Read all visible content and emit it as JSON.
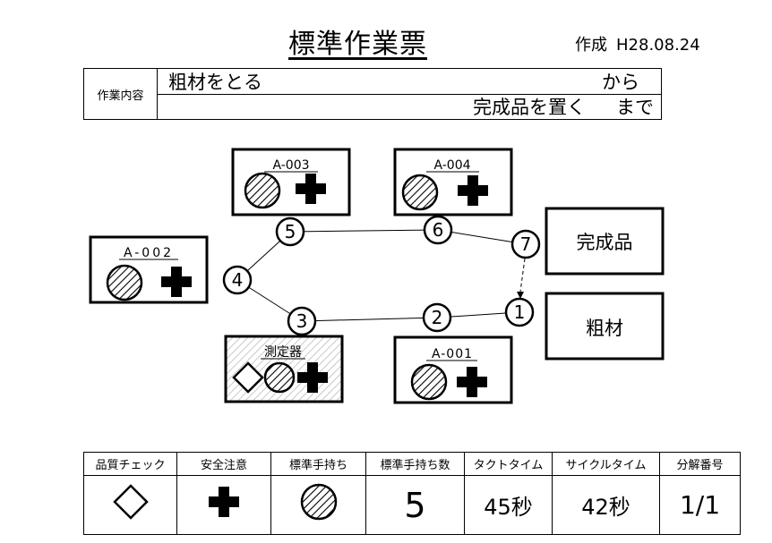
{
  "title": "標準作業票",
  "created": {
    "label": "作成",
    "date": "H28.08.24"
  },
  "work_content": {
    "label": "作業内容",
    "from_text": "粗材をとる",
    "from_suffix": "から",
    "to_text": "完成品を置く",
    "to_suffix": "まで"
  },
  "stations": [
    {
      "id": "A-003",
      "symbols": [
        "standard-stock",
        "safety"
      ]
    },
    {
      "id": "A-004",
      "symbols": [
        "standard-stock",
        "safety"
      ]
    },
    {
      "id": "A-002",
      "symbols": [
        "standard-stock",
        "safety"
      ]
    },
    {
      "id": "測定器",
      "symbols": [
        "quality-check",
        "standard-stock",
        "safety"
      ]
    },
    {
      "id": "A-001",
      "symbols": [
        "standard-stock",
        "safety"
      ]
    }
  ],
  "storage": {
    "finished": "完成品",
    "raw": "粗材"
  },
  "steps": [
    "1",
    "2",
    "3",
    "4",
    "5",
    "6",
    "7"
  ],
  "legend": {
    "headers": [
      "品質チェック",
      "安全注意",
      "標準手持ち",
      "標準手持ち数",
      "タクトタイム",
      "サイクルタイム",
      "分解番号"
    ],
    "icons": [
      "diamond-icon",
      "cross-icon",
      "hatched-circle-icon"
    ],
    "standard_stock_count": "5",
    "takt_time": "45秒",
    "cycle_time": "42秒",
    "breakdown_number": "1/1"
  },
  "colors": {
    "line": "#000000",
    "background": "#ffffff",
    "hatch_light": "#c8c8c8"
  }
}
